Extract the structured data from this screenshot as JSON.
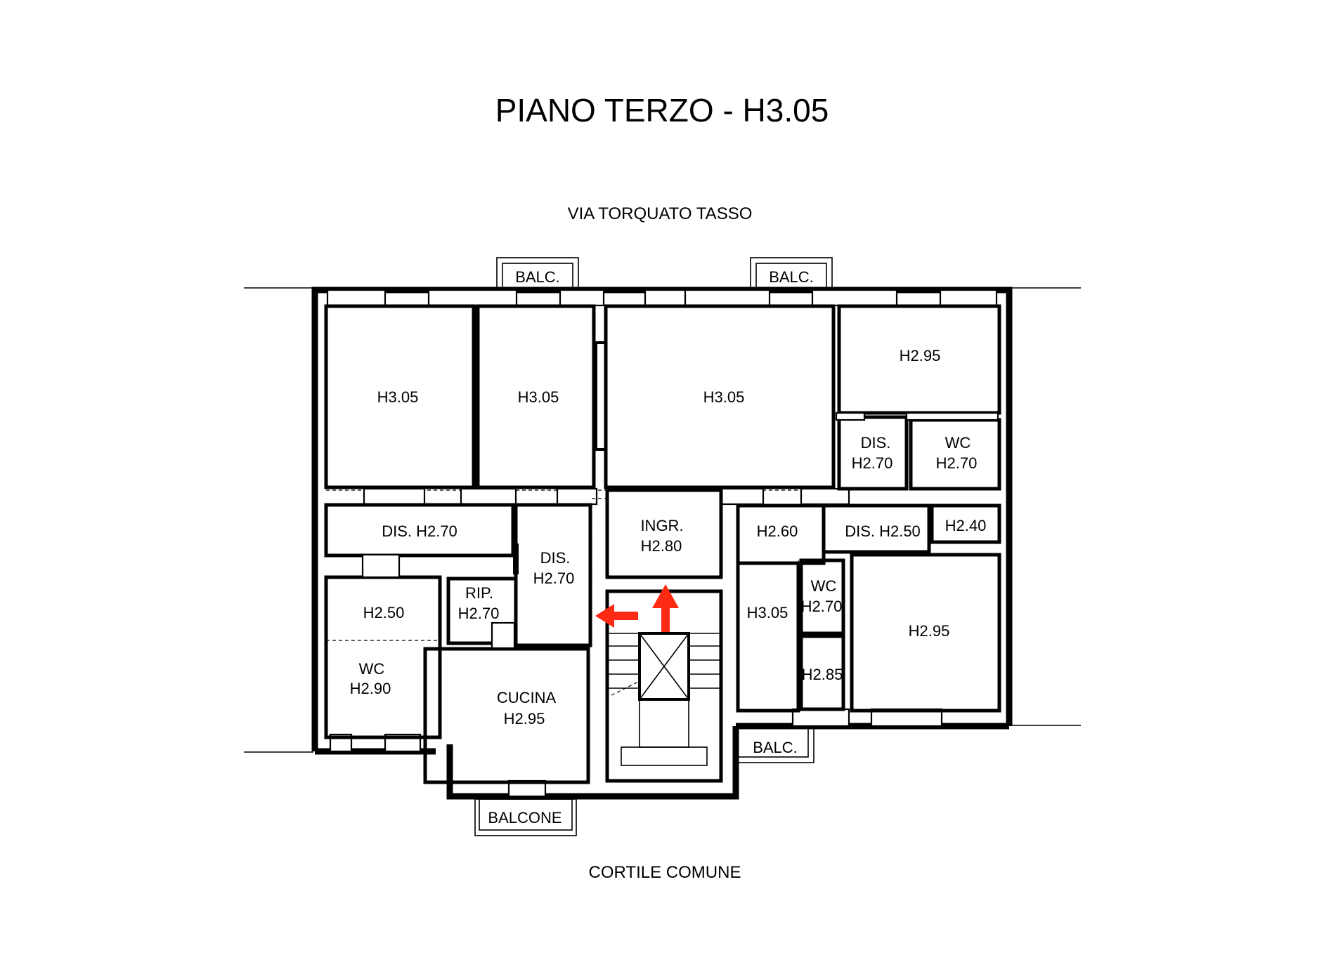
{
  "title": "PIANO TERZO - H3.05",
  "streets": {
    "north": "VIA TORQUATO TASSO",
    "south": "CORTILE COMUNE"
  },
  "balconies": {
    "north_left": "BALC.",
    "north_right": "BALC.",
    "south_right": "BALC.",
    "south_main": "BALCONE"
  },
  "rooms": {
    "room_nw": "H3.05",
    "room_nc": "H3.05",
    "room_ne_large": "H3.05",
    "room_ne_corner": "H2.95",
    "dis_east_l1": "DIS.",
    "dis_east_l2": "H2.70",
    "wc_east_l1": "WC",
    "wc_east_l2": "H2.70",
    "dis_west": "DIS. H2.70",
    "dis_center_l1": "DIS.",
    "dis_center_l2": "H2.70",
    "ingr_l1": "INGR.",
    "ingr_l2": "H2.80",
    "room_h260": "H2.60",
    "dis_h250": "DIS. H2.50",
    "room_h240": "H2.40",
    "room_h250": "H2.50",
    "rip_l1": "RIP.",
    "rip_l2": "H2.70",
    "wc_west_l1": "WC",
    "wc_west_l2": "H2.90",
    "cucina_l1": "CUCINA",
    "cucina_l2": "H2.95",
    "room_h305_east": "H3.05",
    "wc_small_l1": "WC",
    "wc_small_l2": "H2.70",
    "room_h285": "H2.85",
    "room_se": "H2.95"
  },
  "colors": {
    "wall": "#000000",
    "arrow": "#ff2a14",
    "background": "#ffffff"
  }
}
